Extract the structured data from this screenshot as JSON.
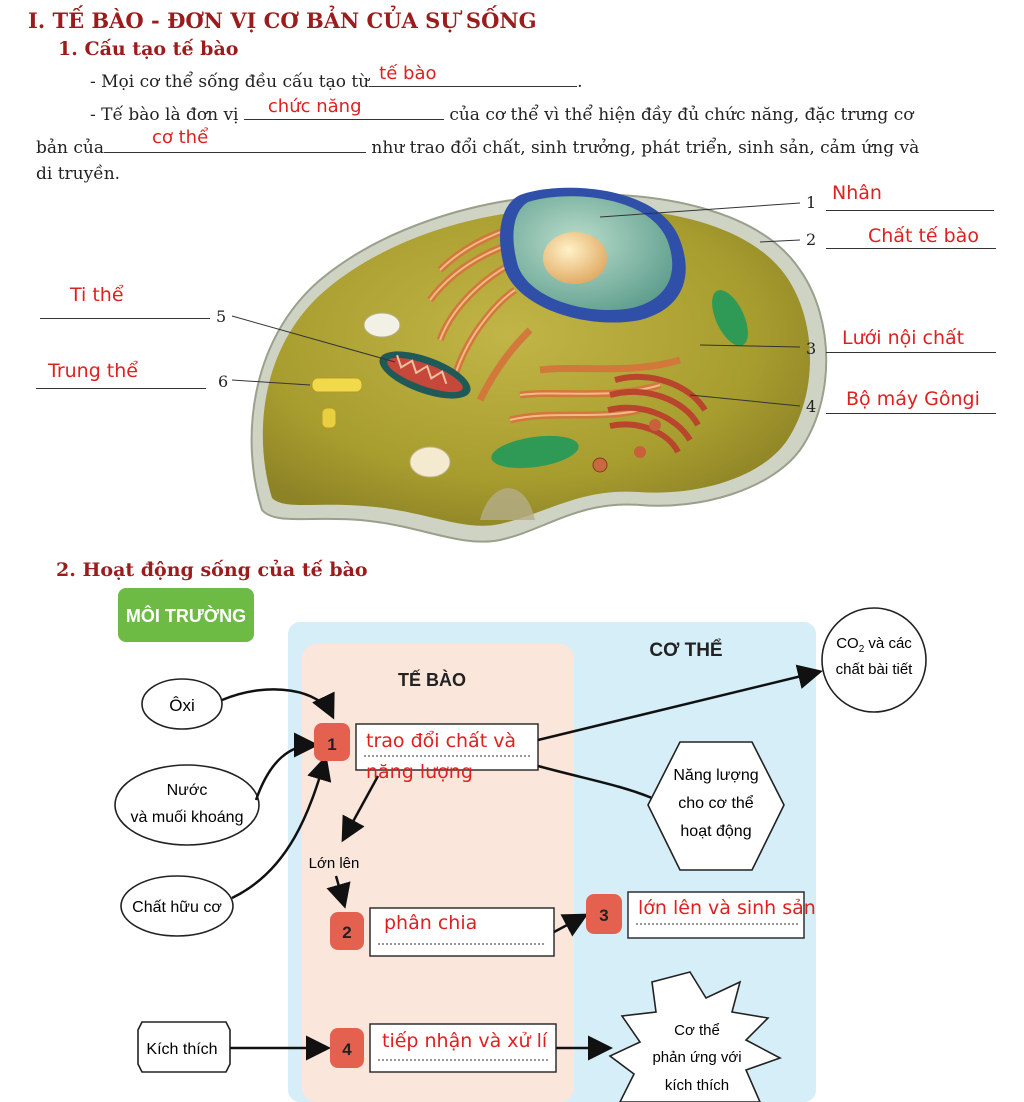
{
  "section1": {
    "title": "I.   TẾ BÀO - ĐƠN VỊ CƠ BẢN CỦA SỰ SỐNG",
    "sub1_title": "1.  Cấu tạo tế bào",
    "line1_pre": "- Mọi cơ thể sống đều cấu tạo từ",
    "line1_fill": "tế bào",
    "line1_post": ".",
    "line2_pre": "- Tế bào là đơn vị",
    "line2_fill": "chức năng",
    "line2_post": "của cơ thể vì thể hiện đầy đủ chức năng, đặc trưng cơ",
    "line3_pre": "bản của",
    "line3_fill": "cơ thể",
    "line3_post": "như trao đổi chất, sinh trưởng, phát triển, sinh sản, cảm ứng và",
    "line4": "di truyền."
  },
  "cell_labels": [
    {
      "num": "1",
      "answer": "Nhân"
    },
    {
      "num": "2",
      "answer": "Chất tế bào"
    },
    {
      "num": "3",
      "answer": "Lưới nội chất"
    },
    {
      "num": "4",
      "answer": "Bộ máy Gôngi"
    },
    {
      "num": "5",
      "answer": "Ti thể"
    },
    {
      "num": "6",
      "answer": "Trung thể"
    }
  ],
  "section2": {
    "title": "2.  Hoạt động sống của tế bào",
    "env_label": "MÔI TRƯỜNG",
    "body_label": "CƠ THỂ",
    "cell_label": "TẾ BÀO",
    "oxi": "Ôxi",
    "water_1": "Nước",
    "water_2": "và muối khoáng",
    "organic": "Chất hữu cơ",
    "stimulus": "Kích thích",
    "co2_1": "CO",
    "co2_sub": "2",
    "co2_1b": " và các",
    "co2_2": "chất bài tiết",
    "energy_1": "Năng lượng",
    "energy_2": "cho cơ thể",
    "energy_3": "hoạt động",
    "grow": "Lớn lên",
    "resp_1": "Cơ thể",
    "resp_2": "phản ứng với",
    "resp_3": "kích thích",
    "steps": [
      "1",
      "2",
      "3",
      "4"
    ],
    "fill1_a": "trao đổi chất và",
    "fill1_b": "năng lượng",
    "fill2": "phân chia",
    "fill3": "lớn lên và sinh sản",
    "fill4": "tiếp nhận và xử lí"
  },
  "colors": {
    "title_red": "#9b1c1c",
    "answer_red": "#e02020",
    "env_green": "#6dbb45",
    "body_blue": "#d6eef8",
    "cell_peach": "#fbe6dc",
    "step_red": "#e4604f"
  }
}
